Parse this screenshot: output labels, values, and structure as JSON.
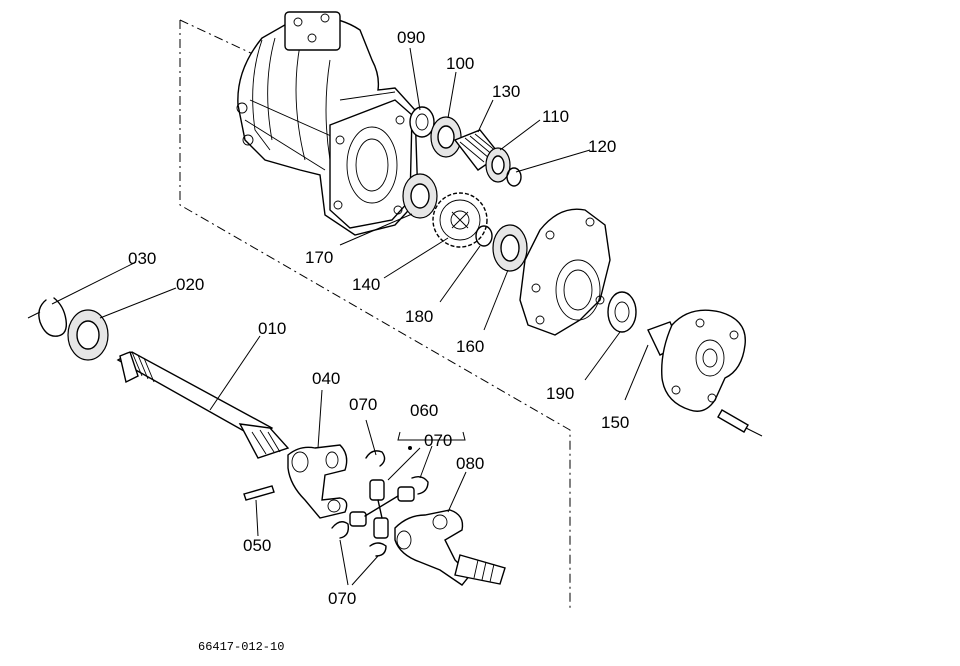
{
  "labels": {
    "p010": "010",
    "p020": "020",
    "p030": "030",
    "p040": "040",
    "p050": "050",
    "p060": "060",
    "p070a": "070",
    "p070b": "070",
    "p070c": "070",
    "p080": "080",
    "p090": "090",
    "p100": "100",
    "p110": "110",
    "p120": "120",
    "p130": "130",
    "p140": "140",
    "p150": "150",
    "p160": "160",
    "p170": "170",
    "p180": "180",
    "p190": "190"
  },
  "footer": {
    "drawing_code": "66417-012-10"
  }
}
